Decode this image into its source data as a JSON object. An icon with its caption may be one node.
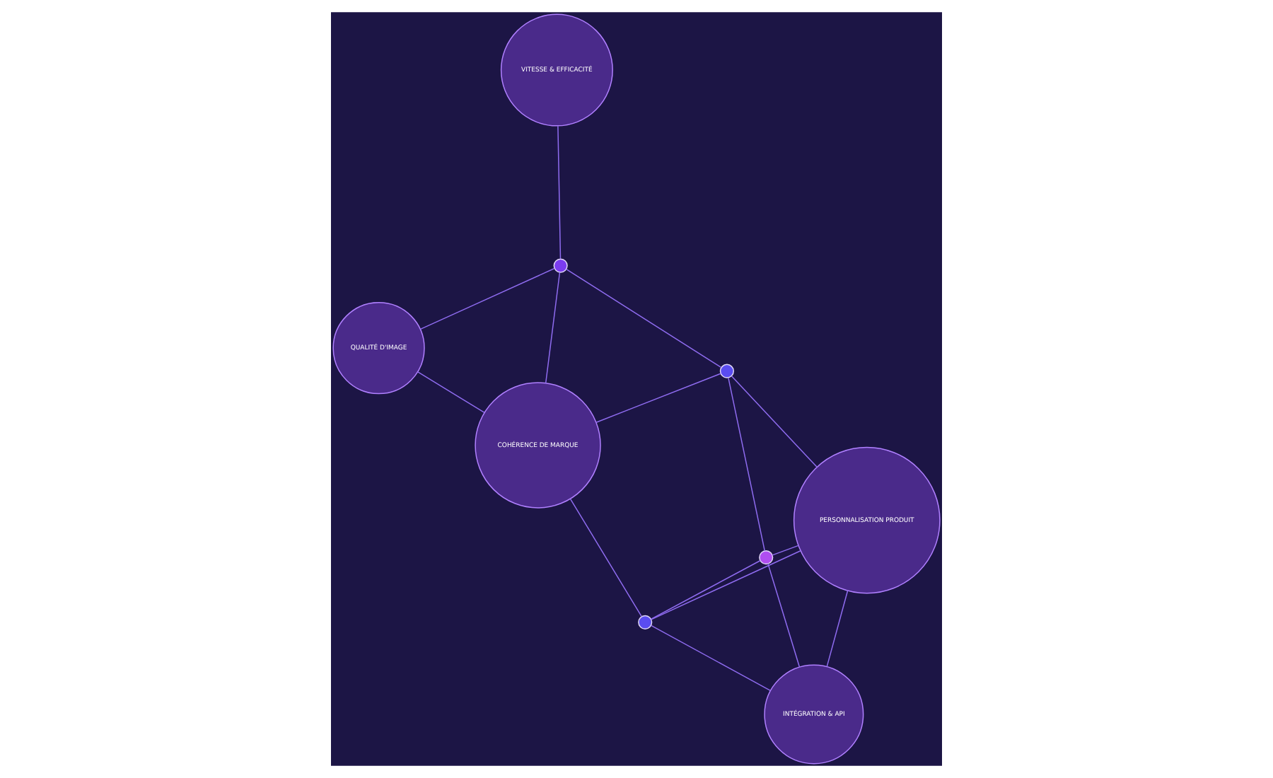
{
  "diagram": {
    "nodes": [
      {
        "text": [
          "QUALITÉ D'IMAGE"
        ]
      },
      {
        "text": [
          "COHÉRENCE DE MARQUE"
        ]
      },
      {
        "text": [],
        "shape": "circle"
      },
      {
        "text": [
          "VITESSE & EFFICACITÉ"
        ]
      },
      {
        "text": [],
        "shape": "circle"
      },
      {
        "text": [],
        "shape": "circle"
      },
      {
        "text": [],
        "shape": "circle"
      },
      {
        "text": [
          "PERSONNALISATION PRODUIT"
        ]
      },
      {
        "text": [
          "INTÉGRATION & API"
        ]
      }
    ],
    "edges": [
      {
        "from": 0,
        "to": 1,
        "arrow": "none"
      },
      {
        "from": 0,
        "to": 2,
        "arrow": "none"
      },
      {
        "from": 1,
        "to": 2,
        "arrow": "none"
      },
      {
        "from": 1,
        "to": 6,
        "arrow": "none"
      },
      {
        "from": 1,
        "to": 4,
        "arrow": "none"
      },
      {
        "from": 2,
        "to": 4,
        "arrow": "none"
      },
      {
        "from": 2,
        "to": 3,
        "arrow": "none"
      },
      {
        "from": 4,
        "to": 5,
        "arrow": "none"
      },
      {
        "from": 5,
        "to": 6,
        "arrow": "none"
      },
      {
        "from": 4,
        "to": 7,
        "arrow": "none"
      },
      {
        "from": 5,
        "to": 7,
        "arrow": "none"
      },
      {
        "from": 6,
        "to": 7,
        "arrow": "none"
      },
      {
        "from": 5,
        "to": 8,
        "arrow": "none"
      },
      {
        "from": 6,
        "to": 8,
        "arrow": "none"
      },
      {
        "from": 7,
        "to": 8,
        "arrow": "none"
      }
    ]
  }
}
